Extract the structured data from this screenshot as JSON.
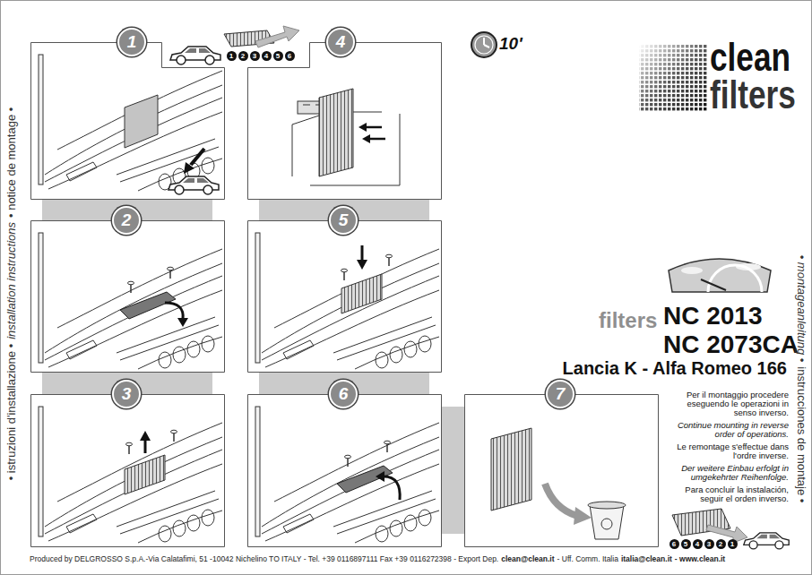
{
  "diagram": {
    "nodes": [
      {
        "text": [
          "1"
        ]
      },
      {
        "text": [
          "2"
        ]
      },
      {
        "text": [
          "3"
        ]
      },
      {
        "text": [
          "4"
        ]
      },
      {
        "text": [
          "5"
        ]
      },
      {
        "text": [
          "6"
        ]
      },
      {
        "text": [
          "7"
        ]
      }
    ],
    "edges": [
      {
        "from": 0,
        "to": 1,
        "arrow": "none"
      },
      {
        "from": 1,
        "to": 2,
        "arrow": "none"
      },
      {
        "from": 3,
        "to": 4,
        "arrow": "none"
      },
      {
        "from": 4,
        "to": 5,
        "arrow": "none"
      },
      {
        "from": 5,
        "to": 6,
        "arrow": "none"
      }
    ],
    "labels": [
      "10'",
      "clean",
      "filters",
      "filters",
      "NC 2013",
      "NC 2073CA",
      "Lancia K - Alfa Romeo 166",
      "Per il montaggio procedere eseguendo le operazioni in senso inverso.",
      "Continue mounting in reverse order of operations.",
      "Le remontage s'effectue dans l'ordre inverse.",
      "Der weitere Einbau erfolgt in umgekehrter Reihenfolge.",
      "Para concluir la instalación, seguir el orden inverso.",
      "1",
      "2",
      "3",
      "4",
      "5",
      "6",
      "6",
      "5",
      "4",
      "3",
      "2",
      "1",
      "• istruzioni d'installazione •",
      "installation instructions",
      "• notice de montage •",
      "• montageanleitung •",
      "instrucciones de montaje •",
      "Produced by DELGROSSO S.p.A.-Via Calatafimi, 51 -10042 Nichelino TO ITALY - Tel. +39 0116897111 Fax +39 0116272398 - Export Dep.",
      "clean@clean.it",
      "- Uff. Comm. Italia",
      "italia@clean.it",
      "- www.clean.it"
    ]
  }
}
